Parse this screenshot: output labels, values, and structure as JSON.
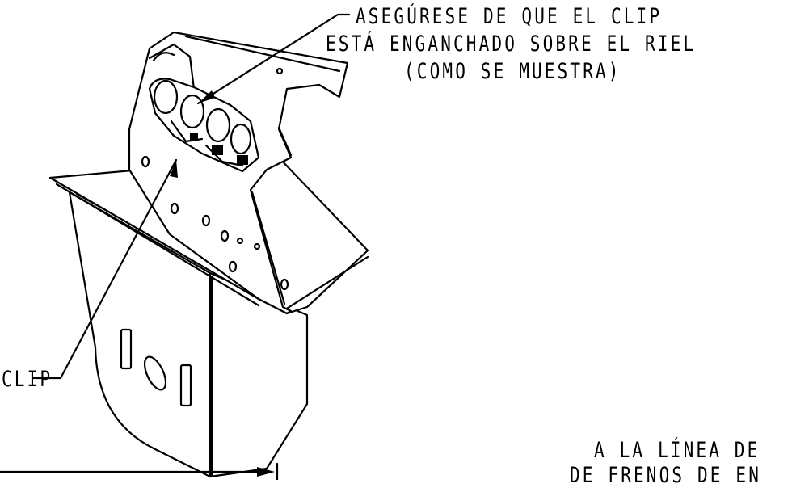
{
  "callouts": {
    "top_line1": "ASEGÚRESE DE QUE EL CLIP",
    "top_line2": "ESTÁ ENGANCHADO SOBRE EL RIEL",
    "top_line3": "(COMO SE MUESTRA)",
    "clip_label": "CLIP",
    "bottom_line1": "A LA LÍNEA DE",
    "bottom_line2": "DE FRENOS DE EN"
  }
}
